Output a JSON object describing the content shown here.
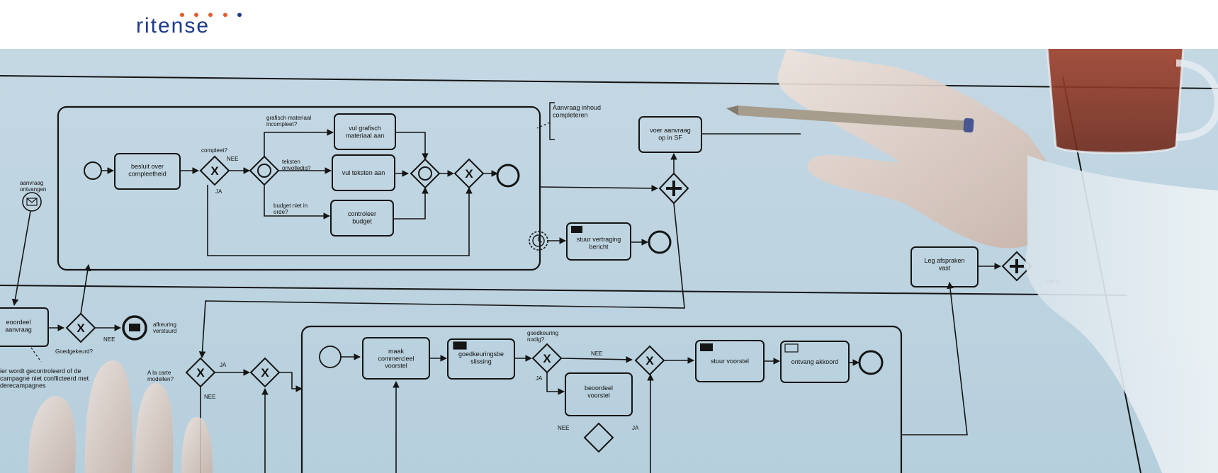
{
  "header": {
    "logo": {
      "text": "ritense",
      "text_color": "#1e3a8a",
      "dot_colors": [
        "#e8592b",
        "#e8592b",
        "#e8592b",
        "#e8592b",
        "#1e3a8a",
        "#e8592b"
      ]
    }
  },
  "hero": {
    "description_colors": {
      "paper": "#c7dbe6",
      "line": "#151515",
      "tea": "#8e3b26",
      "skin": "#d9c8bf"
    },
    "diagram": {
      "annotation_top": "Aanvraag inhoud\ncompleteren",
      "tasks": {
        "besluit": "besluit over\ncompleetheid",
        "vul_grafisch": "vul grafisch\nmateriaal aan",
        "vul_teksten": "vul teksten aan",
        "controleer_budget": "controleer\nbudget",
        "stuur_vertraging": "stuur vertraging\nbericht",
        "voer_aanvraag": "voer aanvraag\nop in SF",
        "leg_afspraken": "Leg afspraken\nvast",
        "beoordeel_aanvraag": "eoordeel\naanvraag",
        "maak_voorstel": "maak\ncommercieel\nvoorstel",
        "goedkeuring": "goedkeuringsbe\nslissing",
        "beoordeel_voorstel": "beoordeel\nvoorstel",
        "stuur_voorstel": "stuur voorstel",
        "ontvang_akkoord": "ontvang akkoord"
      },
      "labels": {
        "compleet": "compleet?",
        "nee1": "NEE",
        "ja1": "JA",
        "grafisch_incompleet": "grafisch materiaal\nincompleet?",
        "teksten_onvolledig": "teksten\nonvolledig?",
        "budget_niet": "budget niet in\norde?",
        "aanvraag_ontvangen": "aanvraag\nontvangen",
        "afkeuring_verstuurd": "afkeuring\nverstuurd",
        "goedgekeurd": "Goedgekeurd?",
        "nee_afkeuring": "NEE",
        "ja_carte": "JA",
        "nee_carte": "NEE",
        "carte": "A la carte\nmodellen?",
        "goedkeuring_nodig": "goedkeuring\nnodig?",
        "nee2": "NEE",
        "ja2": "JA",
        "nee3": "NEE",
        "ja3": "JA",
        "campagne_text": "ier wordt gecontroleerd of de\ncampagne niet conflicteerd met\nderecampagnes",
        "camp": "camp"
      }
    }
  }
}
